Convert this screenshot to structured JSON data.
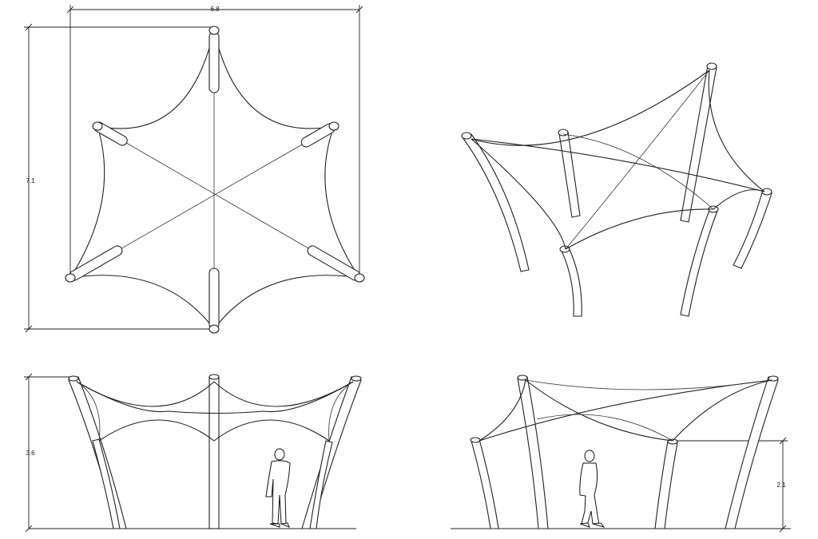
{
  "dimensions": {
    "plan_width": "6.8",
    "plan_depth": "7.1",
    "front_height": "3.6",
    "side_low_height": "2.1"
  },
  "colors": {
    "line": "#222222",
    "background": "#ffffff"
  }
}
